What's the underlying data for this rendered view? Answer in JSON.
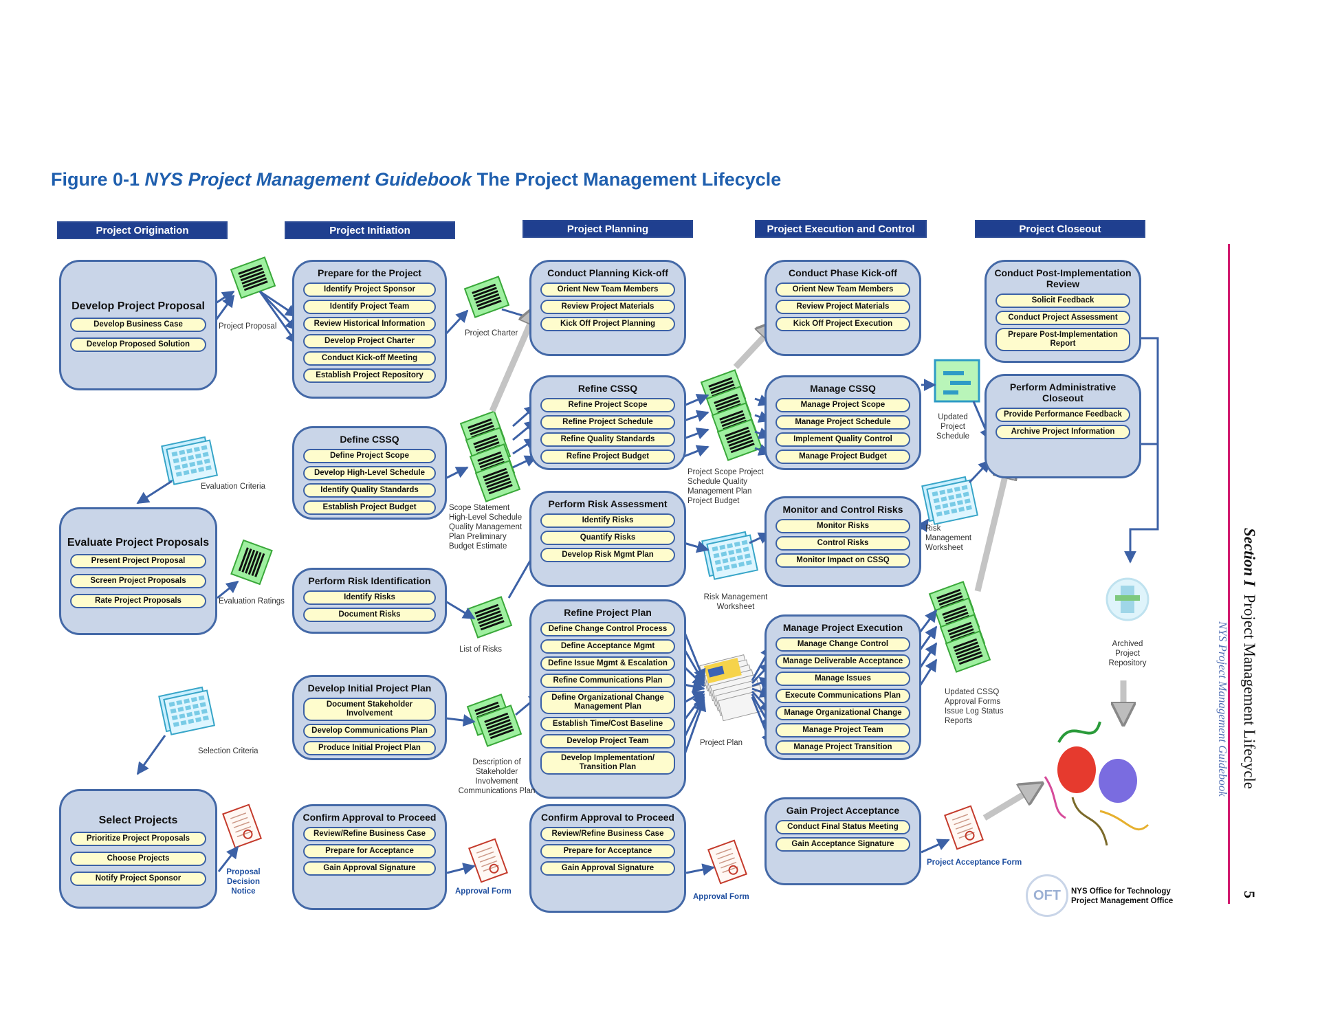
{
  "title": {
    "prefix": "Figure 0-1",
    "book": "NYS Project Management Guidebook",
    "suffix": "The Project Management Lifecycle"
  },
  "phases": [
    "Project Origination",
    "Project Initiation",
    "Project Planning",
    "Project Execution and Control",
    "Project Closeout"
  ],
  "boxes": [
    {
      "title": "Develop Project Proposal",
      "items": [
        "Develop Business Case",
        "Develop Proposed Solution"
      ]
    },
    {
      "title": "Evaluate Project Proposals",
      "items": [
        "Present Project Proposal",
        "Screen Project Proposals",
        "Rate Project Proposals"
      ]
    },
    {
      "title": "Select Projects",
      "items": [
        "Prioritize Project Proposals",
        "Choose Projects",
        "Notify Project Sponsor"
      ]
    },
    {
      "title": "Prepare for the Project",
      "items": [
        "Identify Project Sponsor",
        "Identify Project Team",
        "Review Historical Information",
        "Develop Project Charter",
        "Conduct Kick-off Meeting",
        "Establish Project Repository"
      ]
    },
    {
      "title": "Define CSSQ",
      "items": [
        "Define Project Scope",
        "Develop High-Level Schedule",
        "Identify Quality Standards",
        "Establish Project Budget"
      ]
    },
    {
      "title": "Perform Risk Identification",
      "items": [
        "Identify Risks",
        "Document Risks"
      ]
    },
    {
      "title": "Develop Initial Project Plan",
      "items": [
        "Document Stakeholder Involvement",
        "Develop Communications Plan",
        "Produce Initial Project Plan"
      ]
    },
    {
      "title": "Confirm Approval to Proceed",
      "items": [
        "Review/Refine Business Case",
        "Prepare for Acceptance",
        "Gain Approval Signature"
      ]
    },
    {
      "title": "Conduct Planning Kick-off",
      "items": [
        "Orient New Team Members",
        "Review Project Materials",
        "Kick Off Project Planning"
      ]
    },
    {
      "title": "Refine CSSQ",
      "items": [
        "Refine Project Scope",
        "Refine Project Schedule",
        "Refine Quality Standards",
        "Refine Project Budget"
      ]
    },
    {
      "title": "Perform Risk Assessment",
      "items": [
        "Identify Risks",
        "Quantify Risks",
        "Develop Risk Mgmt Plan"
      ]
    },
    {
      "title": "Refine Project Plan",
      "items": [
        "Define Change Control Process",
        "Define Acceptance Mgmt",
        "Define Issue Mgmt & Escalation",
        "Refine Communications Plan",
        "Define Organizational Change Management Plan",
        "Establish Time/Cost Baseline",
        "Develop Project Team",
        "Develop Implementation/ Transition Plan"
      ]
    },
    {
      "title": "Confirm Approval to Proceed",
      "items": [
        "Review/Refine Business Case",
        "Prepare for Acceptance",
        "Gain Approval Signature"
      ]
    },
    {
      "title": "Conduct Phase Kick-off",
      "items": [
        "Orient New Team Members",
        "Review Project Materials",
        "Kick Off Project Execution"
      ]
    },
    {
      "title": "Manage CSSQ",
      "items": [
        "Manage Project Scope",
        "Manage Project Schedule",
        "Implement Quality Control",
        "Manage Project Budget"
      ]
    },
    {
      "title": "Monitor and Control Risks",
      "items": [
        "Monitor Risks",
        "Control Risks",
        "Monitor Impact on CSSQ"
      ]
    },
    {
      "title": "Manage Project Execution",
      "items": [
        "Manage Change Control",
        "Manage Deliverable Acceptance",
        "Manage Issues",
        "Execute Communications Plan",
        "Manage Organizational Change",
        "Manage Project Team",
        "Manage Project Transition"
      ]
    },
    {
      "title": "Gain Project Acceptance",
      "items": [
        "Conduct Final Status Meeting",
        "Gain Acceptance Signature"
      ]
    },
    {
      "title": "Conduct Post-Implementation Review",
      "items": [
        "Solicit Feedback",
        "Conduct Project Assessment",
        "Prepare Post-Implementation Report"
      ]
    },
    {
      "title": "Perform Administrative Closeout",
      "items": [
        "Provide Performance Feedback",
        "Archive Project Information"
      ]
    }
  ],
  "labels": [
    "Project Proposal",
    "Evaluation Criteria",
    "Evaluation Ratings",
    "Selection Criteria",
    "Project Charter",
    "Scope Statement High-Level Schedule Quality Management Plan Preliminary Budget Estimate",
    "List of Risks",
    "Description of Stakeholder Involvement Communications Plan",
    "Project Scope Project Schedule Quality Management Plan Project Budget",
    "Risk Management Worksheet",
    "Project Plan",
    "Updated Project Schedule",
    "Risk Management Worksheet",
    "Updated CSSQ Approval Forms Issue Log Status Reports",
    "Archived Project Repository"
  ],
  "blue_labels": [
    "Proposal Decision Notice",
    "Approval Form",
    "Approval Form",
    "Project Acceptance Form"
  ],
  "side": {
    "section": "Section I",
    "lifecycle": "Project Management Lifecycle",
    "book": "NYS Project Management Guidebook",
    "page": "5"
  },
  "office": {
    "logo": "OFT",
    "line1": "NYS Office for Technology",
    "line2": "Project Management Office"
  },
  "colors": {
    "phase_bar": "#1f3f8f",
    "box_fill": "#c9d5e8",
    "box_border": "#4469a7",
    "pill_fill": "#fefccd",
    "title": "#1f5fae",
    "accent_rule": "#d11a6e",
    "arrow": "#3c61a6"
  }
}
